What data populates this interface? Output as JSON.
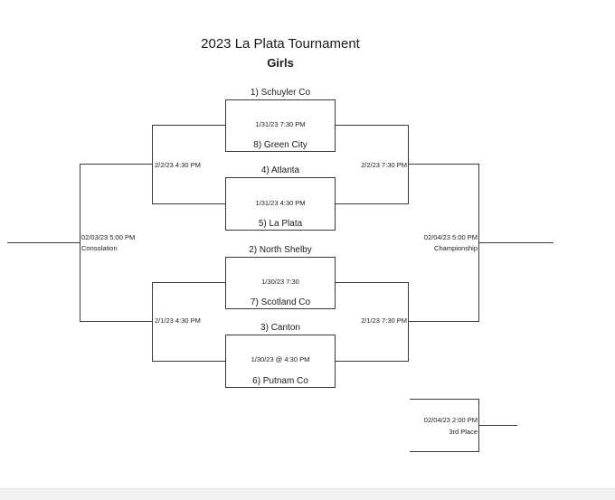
{
  "title": "2023 La Plata Tournament",
  "subtitle": "Girls",
  "games": {
    "g1": {
      "team_top": "1) Schuyler Co",
      "time": "1/31/23  7:30 PM",
      "team_bottom": "8) Green City"
    },
    "g2": {
      "team_top": "4) Atlanta",
      "time": "1/31/23  4:30 PM",
      "team_bottom": "5) La Plata"
    },
    "g3": {
      "team_top": "2)  North Shelby",
      "time": "1/30/23 7:30",
      "team_bottom": "7)  Scotland Co"
    },
    "g4": {
      "team_top": "3)  Canton",
      "time": "1/30/23 @ 4:30 PM",
      "team_bottom": "6)  Putnam Co"
    }
  },
  "semis": {
    "cons_top": "2/2/23 4:30 PM",
    "champ_top": "2/2/23 7:30 PM",
    "cons_bottom": "2/1/23 4:30 PM",
    "champ_bottom": "2/1/23 7:30 PM"
  },
  "finals": {
    "consolation_time": "02/03/23 5:00 PM",
    "consolation_label": "Consolation",
    "championship_time": "02/04/23 5:00 PM",
    "championship_label": "Championship",
    "third_time": "02/04/23 2:00 PM",
    "third_label": "3rd Place"
  }
}
